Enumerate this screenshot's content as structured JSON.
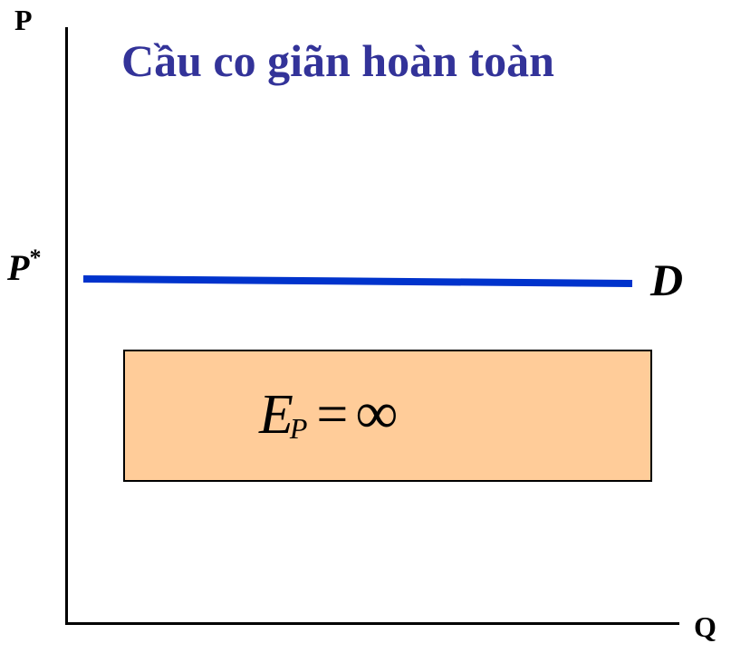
{
  "title": "Cầu co giãn hoàn toàn",
  "axes": {
    "y_label": "P",
    "x_label": "Q"
  },
  "price": {
    "symbol": "P",
    "superscript": "*"
  },
  "demand": {
    "label": "D",
    "color": "#0033cc"
  },
  "elasticity": {
    "variable": "E",
    "subscript": "P",
    "operator": "=",
    "value": "∞",
    "box_color": "#ffcc99"
  },
  "colors": {
    "title": "#333399",
    "axes": "#000000"
  }
}
